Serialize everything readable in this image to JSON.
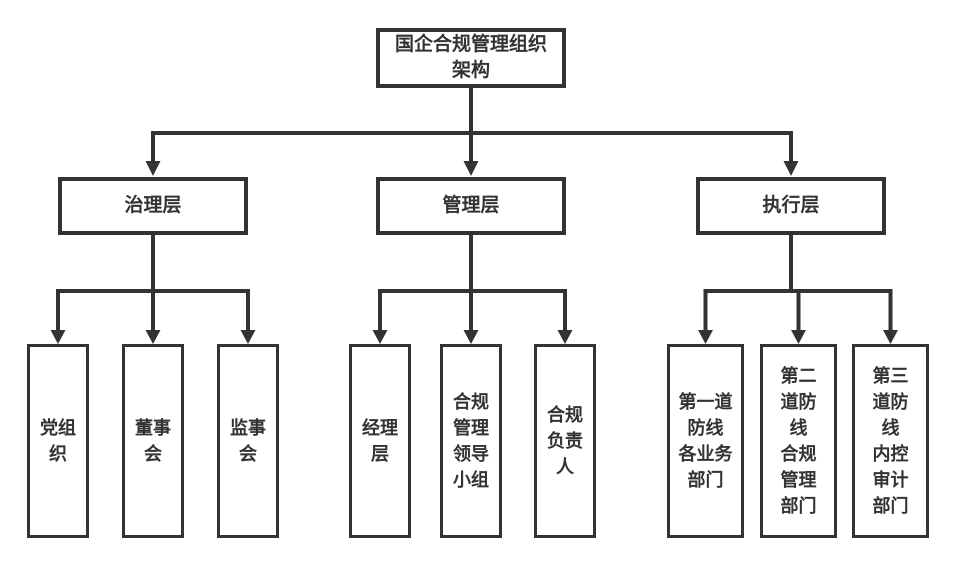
{
  "diagram": {
    "type": "org-chart",
    "colors": {
      "background": "#ffffff",
      "line": "#333333",
      "text": "#333333",
      "box_fill": "#ffffff",
      "box_border": "#333333"
    },
    "root": {
      "label": "国企合规管理组织\n架构"
    },
    "groups": [
      {
        "label": "治理层",
        "children": [
          {
            "label": "党组\n织"
          },
          {
            "label": "董事\n会"
          },
          {
            "label": "监事\n会"
          }
        ]
      },
      {
        "label": "管理层",
        "children": [
          {
            "label": "经理\n层"
          },
          {
            "label": "合规\n管理\n领导\n小组"
          },
          {
            "label": "合规\n负责\n人"
          }
        ]
      },
      {
        "label": "执行层",
        "children": [
          {
            "label": "第一道\n防线\n各业务\n部门"
          },
          {
            "label": "第二\n道防\n线\n合规\n管理\n部门"
          },
          {
            "label": "第三\n道防\n线\n内控\n审计\n部门"
          }
        ]
      }
    ]
  }
}
